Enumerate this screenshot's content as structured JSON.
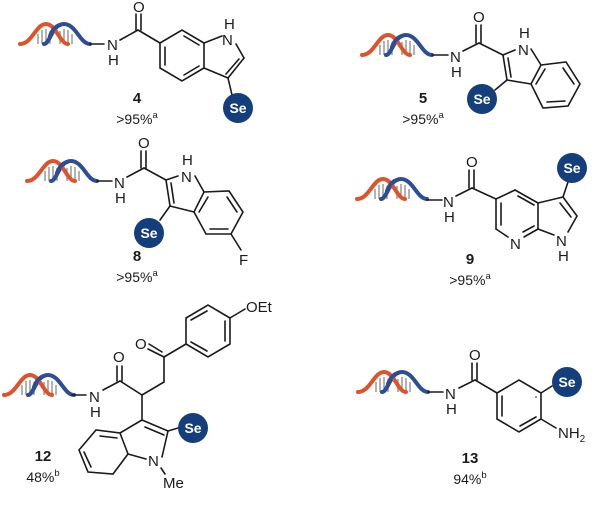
{
  "figure": {
    "colors": {
      "dna_strand_1": "#e0522a",
      "dna_strand_2": "#2d4e96",
      "dna_rungs": "#8a8a8a",
      "se_badge": "#143f7c",
      "se_text": "#ffffff",
      "bond": "#1a1a1a"
    },
    "se_label": "Se",
    "compounds": [
      {
        "id": "4",
        "yield": ">95%",
        "footnote": "a",
        "atoms": {
          "amide_n": "N",
          "amide_h": "H",
          "carbonyl_o": "O",
          "ring_nh_h": "H",
          "ring_nh_n": "N"
        }
      },
      {
        "id": "5",
        "yield": ">95%",
        "footnote": "a",
        "atoms": {
          "amide_n": "N",
          "amide_h": "H",
          "carbonyl_o": "O",
          "ring_nh_h": "H",
          "ring_nh_n": "N"
        }
      },
      {
        "id": "8",
        "yield": ">95%",
        "footnote": "a",
        "atoms": {
          "amide_n": "N",
          "amide_h": "H",
          "carbonyl_o": "O",
          "ring_nh_h": "H",
          "ring_nh_n": "N",
          "fluoro": "F"
        }
      },
      {
        "id": "9",
        "yield": ">95%",
        "footnote": "a",
        "atoms": {
          "amide_n": "N",
          "amide_h": "H",
          "carbonyl_o": "O",
          "pyridine_n": "N",
          "ring_nh_n": "N",
          "ring_nh_h": "H"
        }
      },
      {
        "id": "12",
        "yield": "48%",
        "footnote": "b",
        "atoms": {
          "amide_n": "N",
          "amide_h": "H",
          "carbonyl_o": "O",
          "ketone_o": "O",
          "ethoxy": "OEt",
          "indole_n": "N",
          "methyl": "Me"
        }
      },
      {
        "id": "13",
        "yield": "94%",
        "footnote": "b",
        "atoms": {
          "amide_n": "N",
          "amide_h": "H",
          "carbonyl_o": "O",
          "amine": "NH",
          "amine_sub": "2"
        }
      }
    ]
  }
}
